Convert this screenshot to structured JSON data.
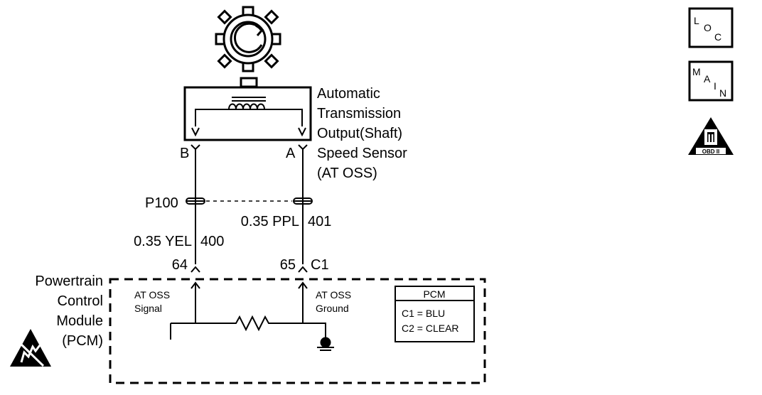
{
  "sensor": {
    "name_lines": [
      "Automatic",
      "Transmission",
      "Output(Shaft)",
      "Speed Sensor",
      "(AT OSS)"
    ],
    "pin_b": "B",
    "pin_a": "A"
  },
  "connector": {
    "label": "P100"
  },
  "wires": {
    "left": {
      "color": "0.35 YEL",
      "circuit": "400"
    },
    "right": {
      "color": "0.35 PPL",
      "circuit": "401"
    }
  },
  "pcm_pins": {
    "left": "64",
    "right": "65",
    "right_connector": "C1"
  },
  "pcm": {
    "name_lines": [
      "Powertrain",
      "Control",
      "Module",
      "(PCM)"
    ],
    "signal_lines": [
      "AT OSS",
      "Signal"
    ],
    "ground_lines": [
      "AT OSS",
      "Ground"
    ]
  },
  "legend": {
    "title": "PCM",
    "rows": [
      "C1 = BLU",
      "C2 = CLEAR"
    ]
  },
  "badges": {
    "loc": [
      "L",
      "O",
      "C"
    ],
    "main": [
      "M",
      "A",
      "I",
      "N"
    ],
    "obd": {
      "numeral": "II",
      "caption": "OBD II"
    }
  }
}
